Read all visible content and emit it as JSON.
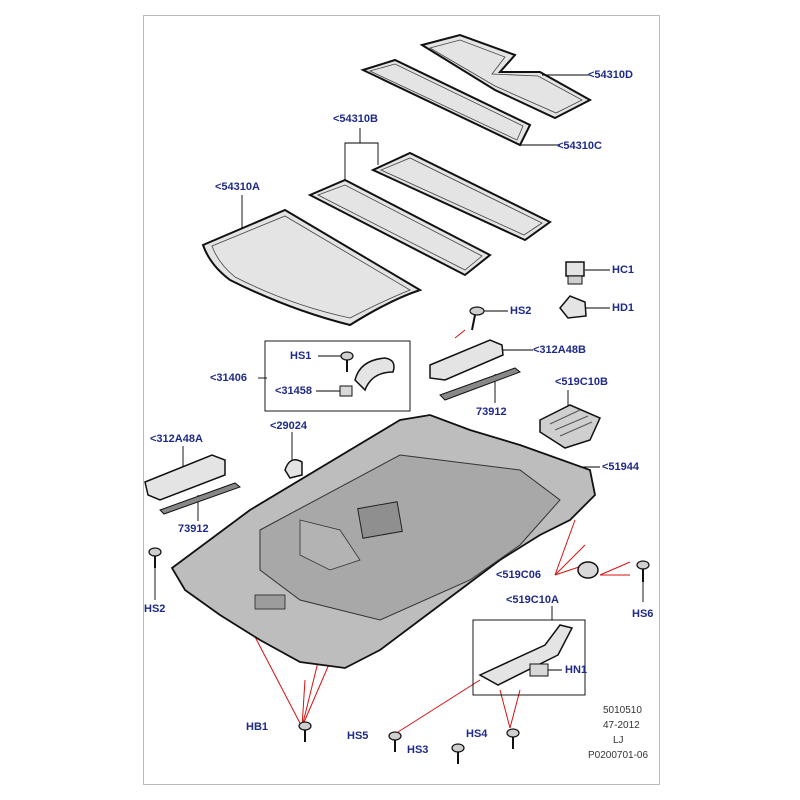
{
  "colors": {
    "label": "#1f2a88",
    "leader": "#000000",
    "red_leader": "#d81010",
    "part_fill": "#e4e4e4",
    "part_stroke": "#111111",
    "headliner_fill": "#bdbdbd",
    "frame": "#b9b9b9"
  },
  "callouts": {
    "p54310D": "<54310D",
    "p54310C": "<54310C",
    "p54310B": "<54310B",
    "p54310A": "<54310A",
    "HC1": "HC1",
    "HD1": "HD1",
    "HS2_top": "HS2",
    "p312A48B": "<312A48B",
    "HS1": "HS1",
    "p31406": "<31406",
    "p31458": "<31458",
    "p73912_right": "73912",
    "p519C10B": "<519C10B",
    "p29024": "<29024",
    "p312A48A": "<312A48A",
    "p51944": "<51944",
    "p73912_left": "73912",
    "HS2_left": "HS2",
    "p519C06": "<519C06",
    "HS6": "HS6",
    "p519C10A": "<519C10A",
    "HN1": "HN1",
    "HB1": "HB1",
    "HS5": "HS5",
    "HS3": "HS3",
    "HS4": "HS4"
  },
  "footer": {
    "line1": "5010510",
    "line2": "47-2012",
    "line3": "LJ",
    "line4": "P0200701-06"
  }
}
